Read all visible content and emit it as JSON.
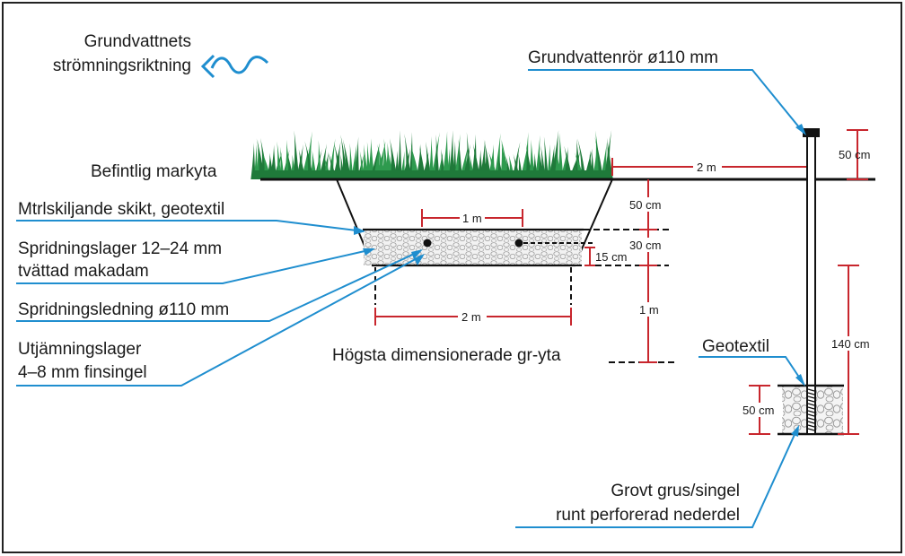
{
  "labels": {
    "flow_line1": "Grundvattnets",
    "flow_line2": "strömningsriktning",
    "pipe": "Grundvattenrör ø110 mm",
    "surface": "Befintlig markyta",
    "geotextile_layer": "Mtrlskiljande skikt, geotextil",
    "spreading_layer_line1": "Spridningslager 12–24 mm",
    "spreading_layer_line2": "tvättad makadam",
    "spreading_pipe": "Spridningsledning ø110 mm",
    "leveling_line1": "Utjämningslager",
    "leveling_line2": "4–8 mm finsingel",
    "highest_gw": "Högsta dimensionerade gr-yta",
    "geotextil": "Geotextil",
    "gravel_line1": "Grovt grus/singel",
    "gravel_line2": "runt perforerad nederdel"
  },
  "dimensions": {
    "d_50cm_top": "50 cm",
    "d_2m_top": "2 m",
    "d_50cm_right": "50 cm",
    "d_1m_top": "1 m",
    "d_30cm": "30 cm",
    "d_15cm": "15 cm",
    "d_2m_bottom": "2 m",
    "d_1m_side": "1 m",
    "d_140cm": "140 cm",
    "d_50cm_gravel": "50 cm"
  },
  "colors": {
    "leader": "#1f8ecf",
    "dimension": "#c8262d",
    "outline": "#111111",
    "grass": "#2e9a4e",
    "grass_dark": "#1f7a3a",
    "gravel_fill": "#eeeeee"
  }
}
